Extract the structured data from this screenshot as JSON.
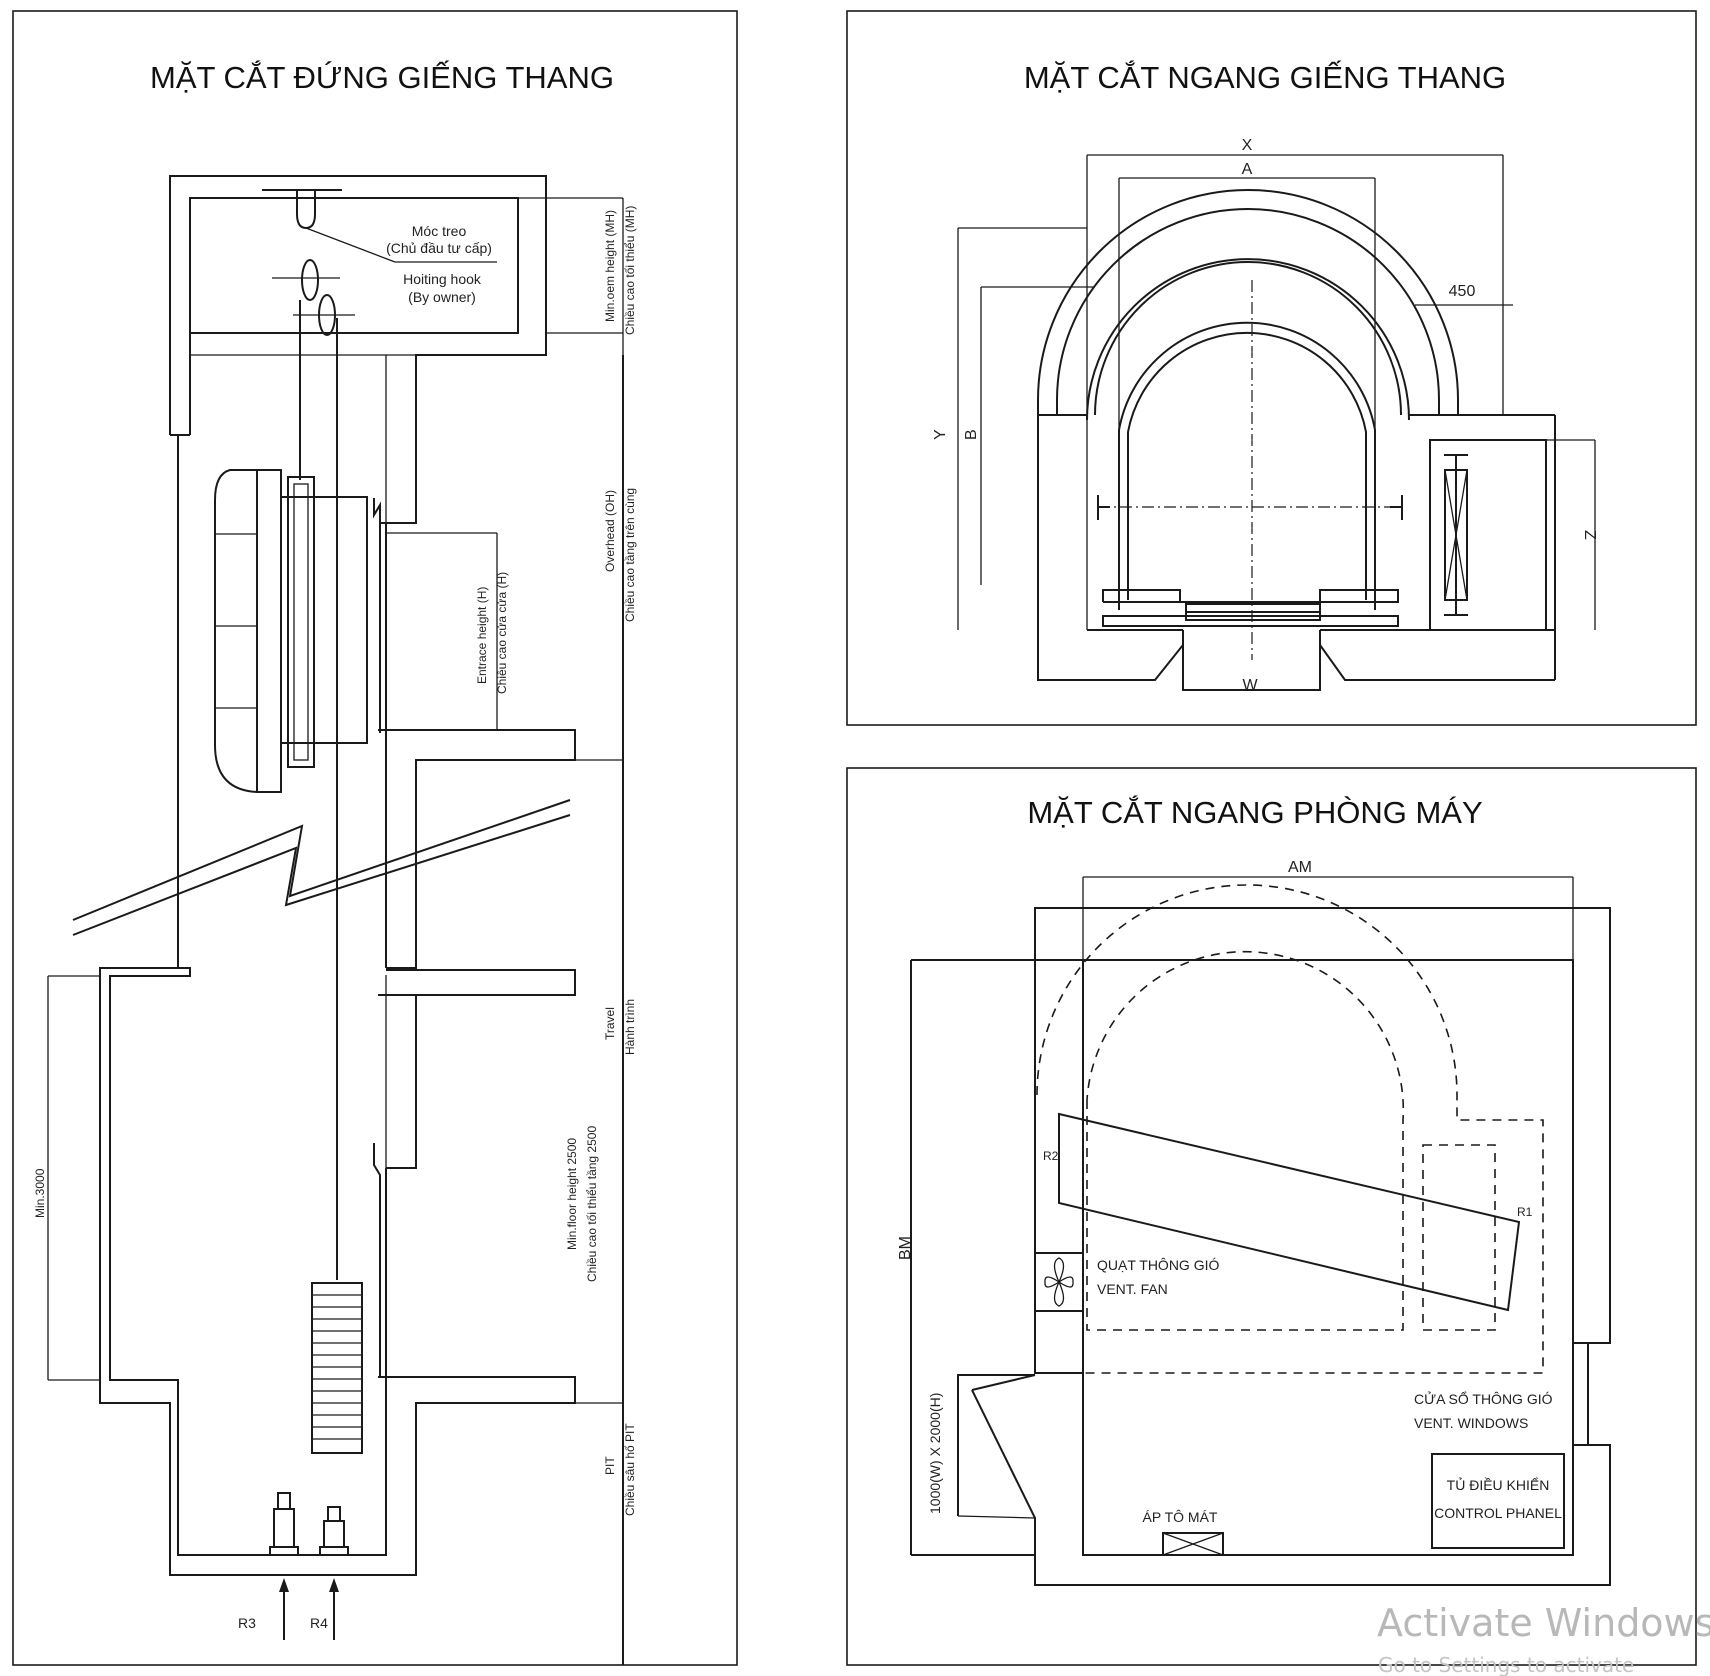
{
  "panels": {
    "vertical": {
      "title": "MẶT CẮT ĐỨNG GIẾNG THANG",
      "hook_vi": "Móc treo",
      "hook_vi_sub": "(Chủ đầu tư cấp)",
      "hook_en": "Hoiting hook",
      "hook_en_sub": "(By owner)",
      "min_oh_en": "Min.oem height (MH)",
      "min_oh_vi": "Chiều cao tối thiểu (MH)",
      "overhead_en": "Overhead (OH)",
      "overhead_vi": "Chiều cao tầng trên cùng",
      "entrance_en": "Entrace height (H)",
      "entrance_vi": "Chiều cao cửa cửa (H)",
      "travel_en": "Travel",
      "travel_vi": "Hành trình",
      "floor_en": "Min.floor height 2500",
      "floor_vi": "Chiều cao tối thiểu tầng 2500",
      "pit_en": "PIT",
      "pit_vi": "Chiều sâu hố PIT",
      "min_3000": "Min.3000",
      "r3": "R3",
      "r4": "R4"
    },
    "horizontal": {
      "title": "MẶT CẮT NGANG GIẾNG THANG",
      "x": "X",
      "a": "A",
      "d450": "450",
      "y": "Y",
      "b": "B",
      "z": "Z",
      "w": "W"
    },
    "machine_room": {
      "title": "MẶT CẮT NGANG PHÒNG MÁY",
      "am": "AM",
      "bm": "BM",
      "r1": "R1",
      "r2": "R2",
      "fan_vi": "QUẠT THÔNG GIÓ",
      "fan_en": "VENT. FAN",
      "window_vi": "CỬA SỔ THÔNG GIÓ",
      "window_en": "VENT. WINDOWS",
      "panel_vi": "TỦ ĐIỀU KHIỂN",
      "panel_en": "CONTROL PHANEL",
      "switch_vi": "ÁP TÔ MÁT",
      "door": "1000(W) X 2000(H)"
    }
  },
  "watermark": {
    "line1": "Activate Windows",
    "line2": "Go to Settings to activate"
  }
}
